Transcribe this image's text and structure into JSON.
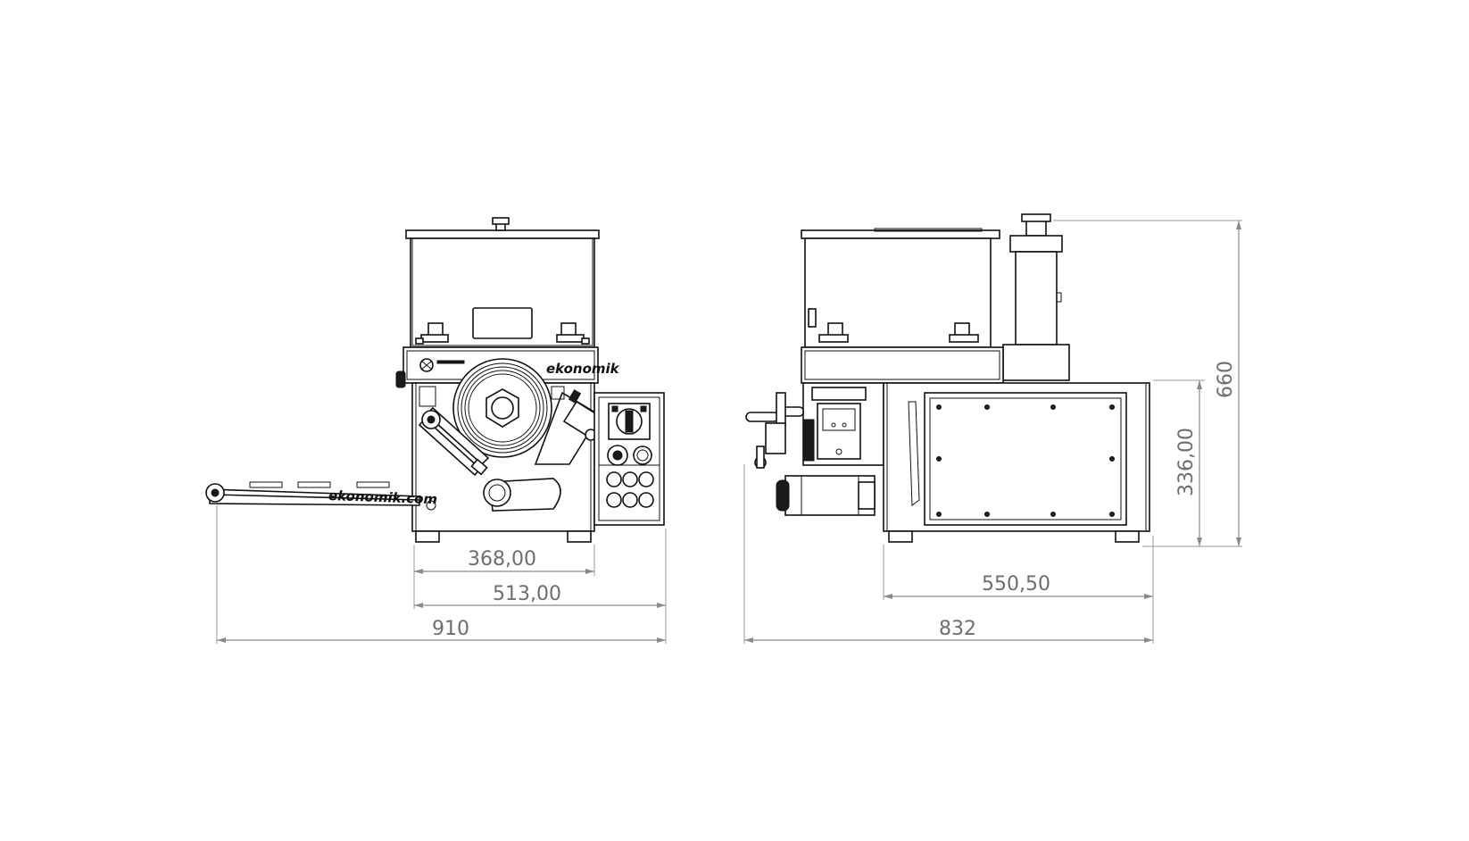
{
  "dimensions": {
    "front_inner_width": "368,00",
    "front_base_width": "513,00",
    "front_total_width": "910",
    "side_body_width": "550,50",
    "side_total_width": "832",
    "side_body_height": "336,00",
    "side_total_height": "660"
  },
  "labels": {
    "conveyor_brand": "ekonomik.com"
  }
}
